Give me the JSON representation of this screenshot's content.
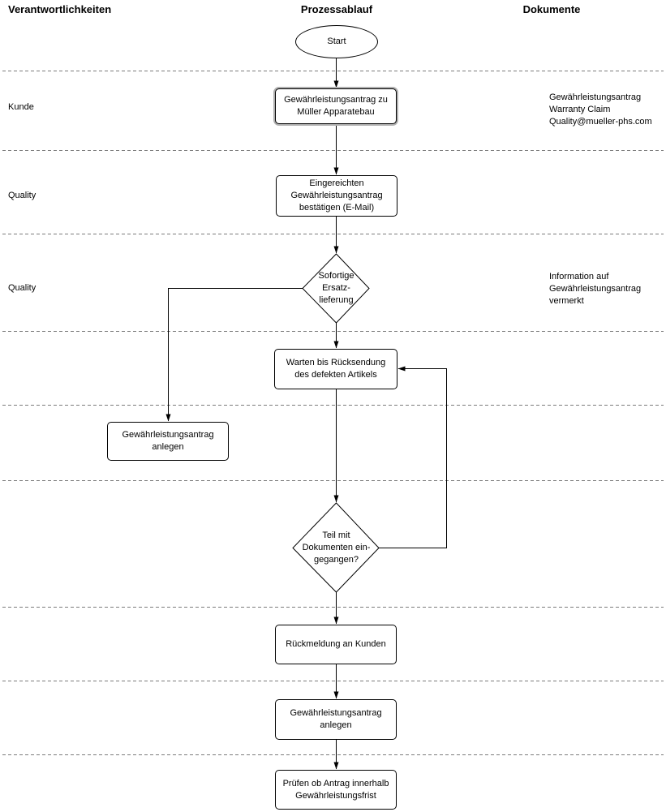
{
  "header": {
    "responsibilities": "Verantwortlichkeiten",
    "process": "Prozessablauf",
    "documents": "Dokumente"
  },
  "lane_labels": {
    "lane1": "Kunde",
    "lane2": "Quality",
    "lane3": "Quality"
  },
  "flow": {
    "start": "Start",
    "warranty_claim_to_mueller": [
      "Gewährleistungsantrag zu",
      "Müller Apparatebau"
    ],
    "confirm_claim": [
      "Eingereichten",
      "Gewährleistungsantrag",
      "bestätigen (E-Mail)"
    ],
    "decision_immediate_replacement": [
      "Sofortige",
      "Ersatz-",
      "lieferung"
    ],
    "wait_for_return": [
      "Warten bis Rücksendung",
      "des defekten Artikels"
    ],
    "create_claim_left": [
      "Gewährleistungsantrag",
      "anlegen"
    ],
    "decision_part_received": [
      "Teil mit",
      "Dokumenten ein-",
      "gegangen?"
    ],
    "feedback_to_customer": "Rückmeldung an Kunden",
    "create_claim": [
      "Gewährleistungsantrag",
      "anlegen"
    ],
    "check_warranty_period": [
      "Prüfen ob Antrag innerhalb",
      "Gewährleistungsfrist"
    ]
  },
  "documents": {
    "doc1": [
      "Gewährleistungsantrag",
      "Warranty Claim",
      "Quality@mueller-phs.com"
    ],
    "doc2": [
      "Information auf",
      "Gewährleistungsantrag",
      "vermerkt"
    ]
  },
  "colors": {
    "line": "#000000",
    "lane_separator": "#7b7b7b",
    "shape_fill": "#ffffff",
    "box1_shadow": "#b0b0b0"
  }
}
